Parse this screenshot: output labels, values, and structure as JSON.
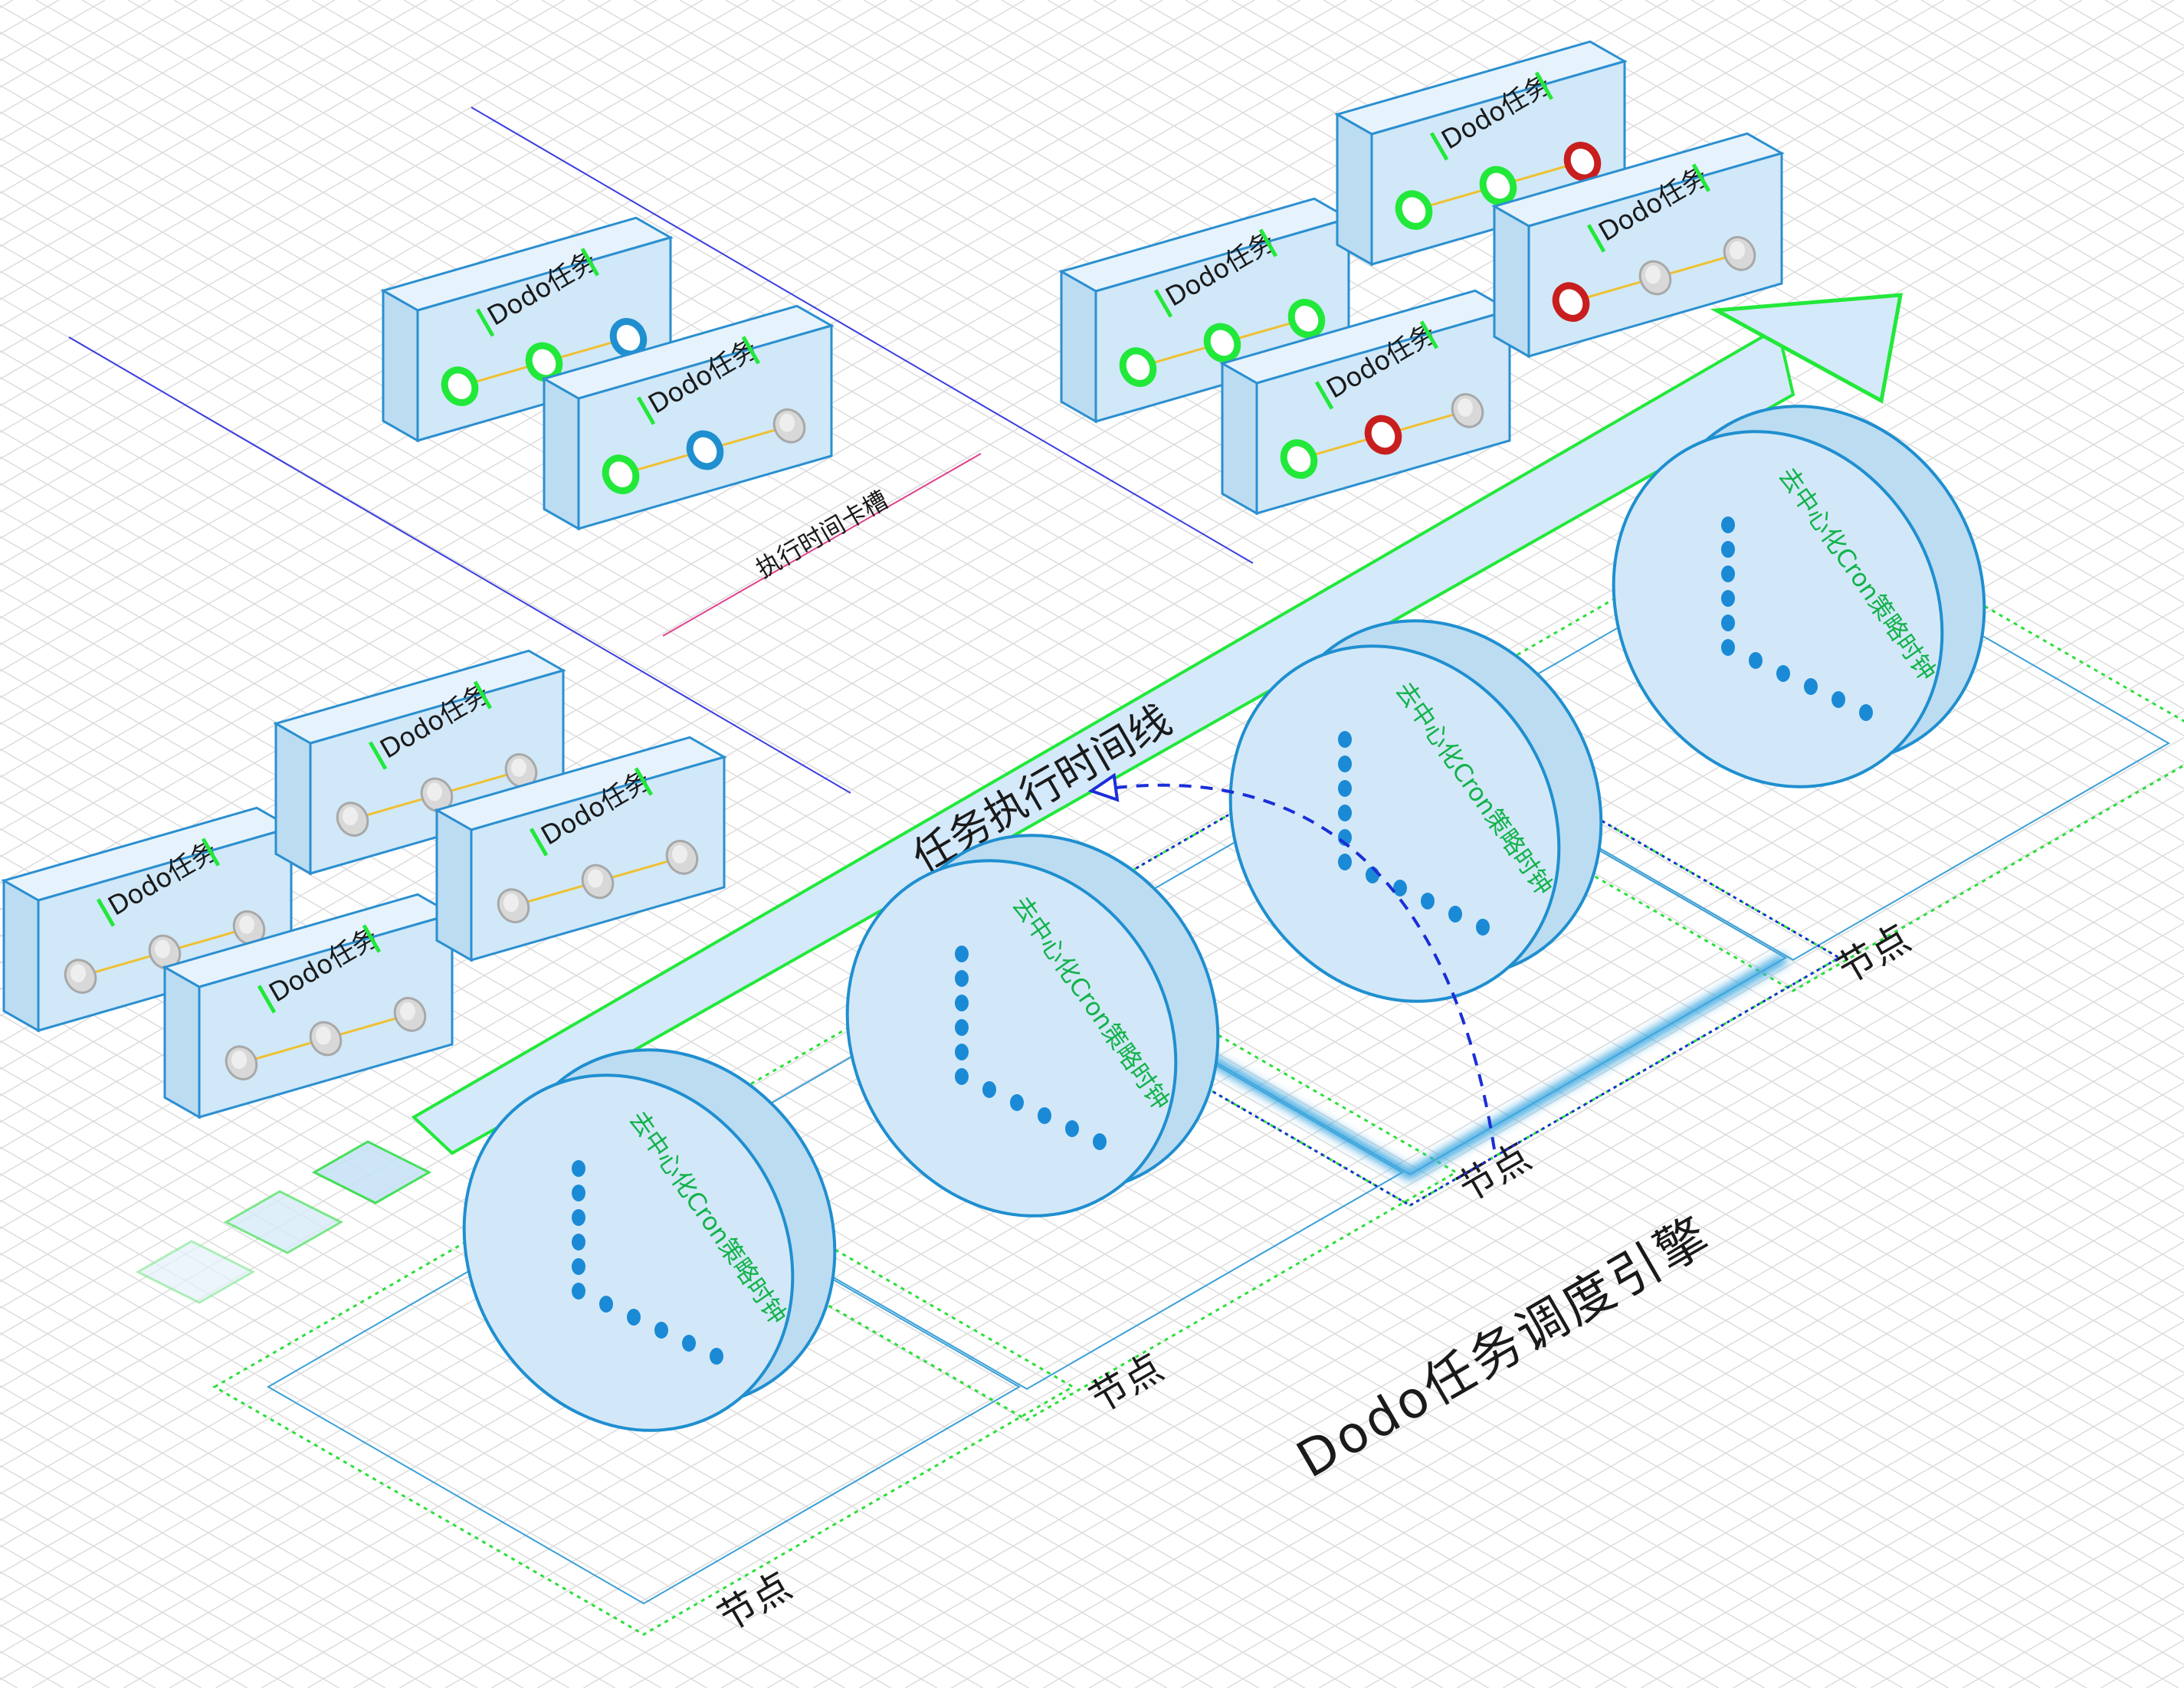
{
  "engine_title": "Dodo任务调度引擎",
  "timeline_label": "任务执行时间线",
  "slot_label": "执行时间卡槽",
  "task_label": "Dodo任务",
  "clock_label": "去中心化Cron策略时钟",
  "node_label": "节点",
  "colors": {
    "green": "#22e83a",
    "blue_ring": "#1f8fd0",
    "red": "#c81e1e",
    "gray": "#c9c9c9",
    "panel": "#d0e8f8",
    "stroke": "#2b8fd0",
    "dash_arrow": "#1a2ed8"
  },
  "task_groups": [
    {
      "group": "waiting",
      "dots": [
        [
          "gray",
          "gray",
          "gray"
        ],
        [
          "gray",
          "gray",
          "gray"
        ],
        [
          "gray",
          "gray",
          "gray"
        ],
        [
          "gray",
          "gray",
          "gray"
        ]
      ]
    },
    {
      "group": "executing",
      "dots": [
        [
          "green",
          "green",
          "blue"
        ],
        [
          "green",
          "blue",
          "gray"
        ]
      ]
    },
    {
      "group": "done",
      "dots": [
        [
          "green",
          "green",
          "green"
        ],
        [
          "green",
          "green",
          "red"
        ],
        [
          "green",
          "red",
          "gray"
        ],
        [
          "red",
          "gray",
          "gray"
        ]
      ]
    }
  ]
}
